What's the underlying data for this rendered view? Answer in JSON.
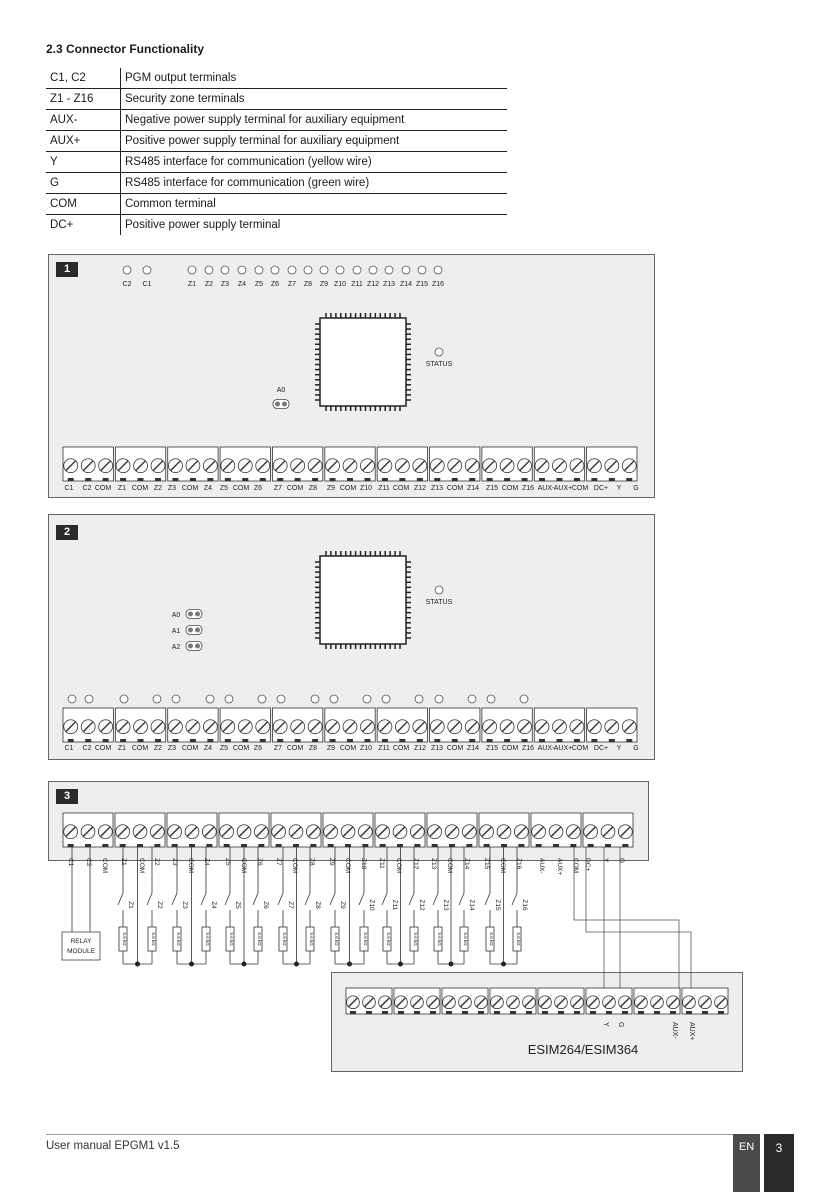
{
  "section_title": "2.3 Connector Functionality",
  "table": [
    {
      "term": "C1, C2",
      "desc": "PGM output terminals"
    },
    {
      "term": "Z1 - Z16",
      "desc": "Security zone terminals"
    },
    {
      "term": "AUX-",
      "desc": "Negative power supply terminal for auxiliary equipment"
    },
    {
      "term": "AUX+",
      "desc": "Positive power supply terminal for auxiliary equipment"
    },
    {
      "term": "Y",
      "desc": "RS485 interface for communication (yellow wire)"
    },
    {
      "term": "G",
      "desc": "RS485 interface for communication (green wire)"
    },
    {
      "term": "COM",
      "desc": "Common terminal"
    },
    {
      "term": "DC+",
      "desc": "Positive power supply terminal"
    }
  ],
  "diagram1": {
    "badge": "1",
    "led_labels": [
      "C2",
      "C1",
      "Z1",
      "Z2",
      "Z3",
      "Z4",
      "Z5",
      "Z6",
      "Z7",
      "Z8",
      "Z9",
      "Z10",
      "Z11",
      "Z12",
      "Z13",
      "Z14",
      "Z15",
      "Z16"
    ],
    "status_label": "STATUS",
    "address_labels": [
      "A0"
    ],
    "terminal_labels": [
      "C1",
      "C2",
      "COM",
      "Z1",
      "COM",
      "Z2",
      "Z3",
      "COM",
      "Z4",
      "Z5",
      "COM",
      "Z6",
      "Z7",
      "COM",
      "Z8",
      "Z9",
      "COM",
      "Z10",
      "Z11",
      "COM",
      "Z12",
      "Z13",
      "COM",
      "Z14",
      "Z15",
      "COM",
      "Z16",
      "AUX-",
      "AUX+",
      "COM",
      "DC+",
      "Y",
      "G"
    ]
  },
  "diagram2": {
    "badge": "2",
    "status_label": "STATUS",
    "address_labels": [
      "A0",
      "A1",
      "A2"
    ],
    "terminal_labels": [
      "C1",
      "C2",
      "COM",
      "Z1",
      "COM",
      "Z2",
      "Z3",
      "COM",
      "Z4",
      "Z5",
      "COM",
      "Z6",
      "Z7",
      "COM",
      "Z8",
      "Z9",
      "COM",
      "Z10",
      "Z11",
      "COM",
      "Z12",
      "Z13",
      "COM",
      "Z14",
      "Z15",
      "COM",
      "Z16",
      "AUX-",
      "AUX+",
      "COM",
      "DC+",
      "Y",
      "G"
    ]
  },
  "diagram3": {
    "badge": "3",
    "terminal_labels": [
      "C1",
      "C2",
      "COM",
      "Z1",
      "COM",
      "Z2",
      "Z3",
      "COM",
      "Z4",
      "Z5",
      "COM",
      "Z6",
      "Z7",
      "COM",
      "Z8",
      "Z9",
      "COM",
      "Z10",
      "Z11",
      "COM",
      "Z12",
      "Z13",
      "COM",
      "Z14",
      "Z15",
      "COM",
      "Z16",
      "AUX-",
      "AUX+",
      "COM",
      "DC+",
      "Y",
      "G"
    ],
    "relay_label": [
      "RELAY",
      "MODULE"
    ],
    "zone_labels": [
      "Z1",
      "Z2",
      "Z3",
      "Z4",
      "Z5",
      "Z6",
      "Z7",
      "Z8",
      "Z9",
      "Z10",
      "Z11",
      "Z12",
      "Z13",
      "Z14",
      "Z15",
      "Z16"
    ],
    "resistor_label": "5.6 kΩ",
    "module_name": "ESIM264/ESIM364",
    "module_pins": [
      "Y",
      "G",
      "AUX-",
      "AUX+"
    ]
  },
  "footer": {
    "manual": "User manual  EPGM1  v1.5",
    "lang": "EN",
    "page": "3"
  }
}
